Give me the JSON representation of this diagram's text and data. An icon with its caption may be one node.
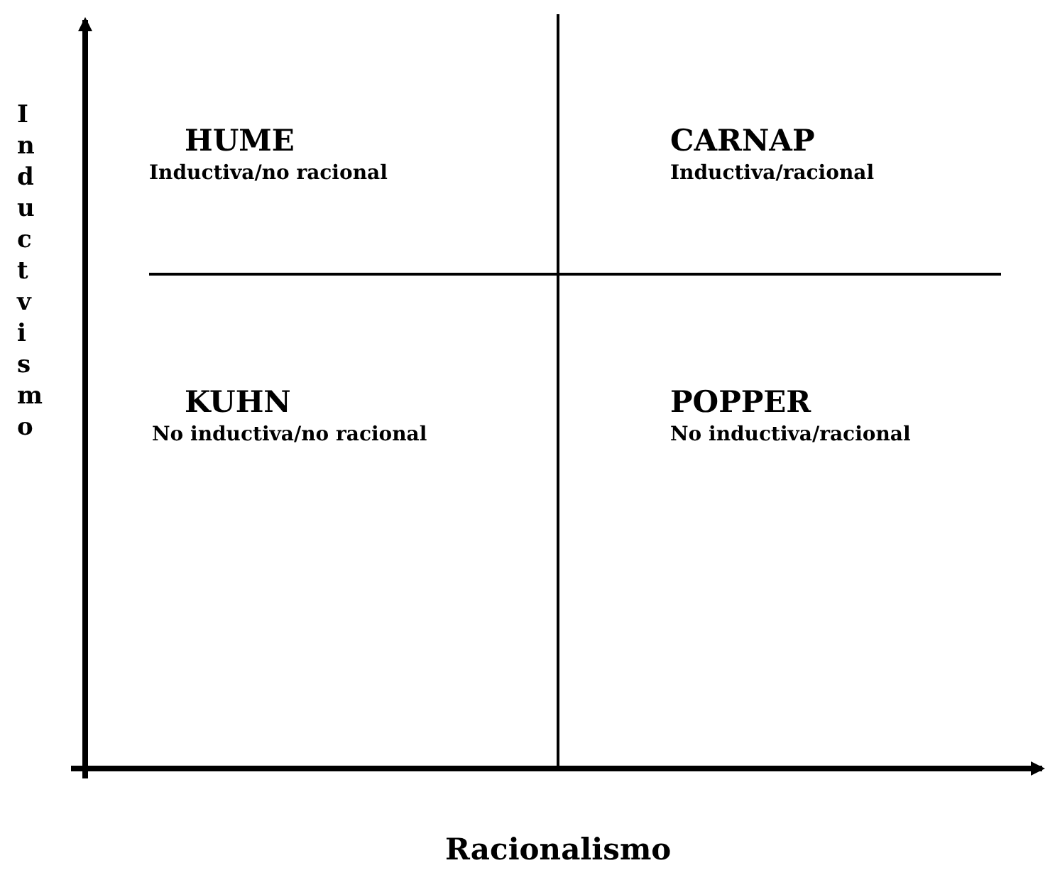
{
  "diagram": {
    "labels": [
      "Inductvismo",
      "HUME",
      "Inductiva/no racional",
      "CARNAP",
      "Inductiva/racional",
      "KUHN",
      "No inductiva/no racional",
      "POPPER",
      "No inductiva/racional",
      "Racionalismo"
    ]
  }
}
